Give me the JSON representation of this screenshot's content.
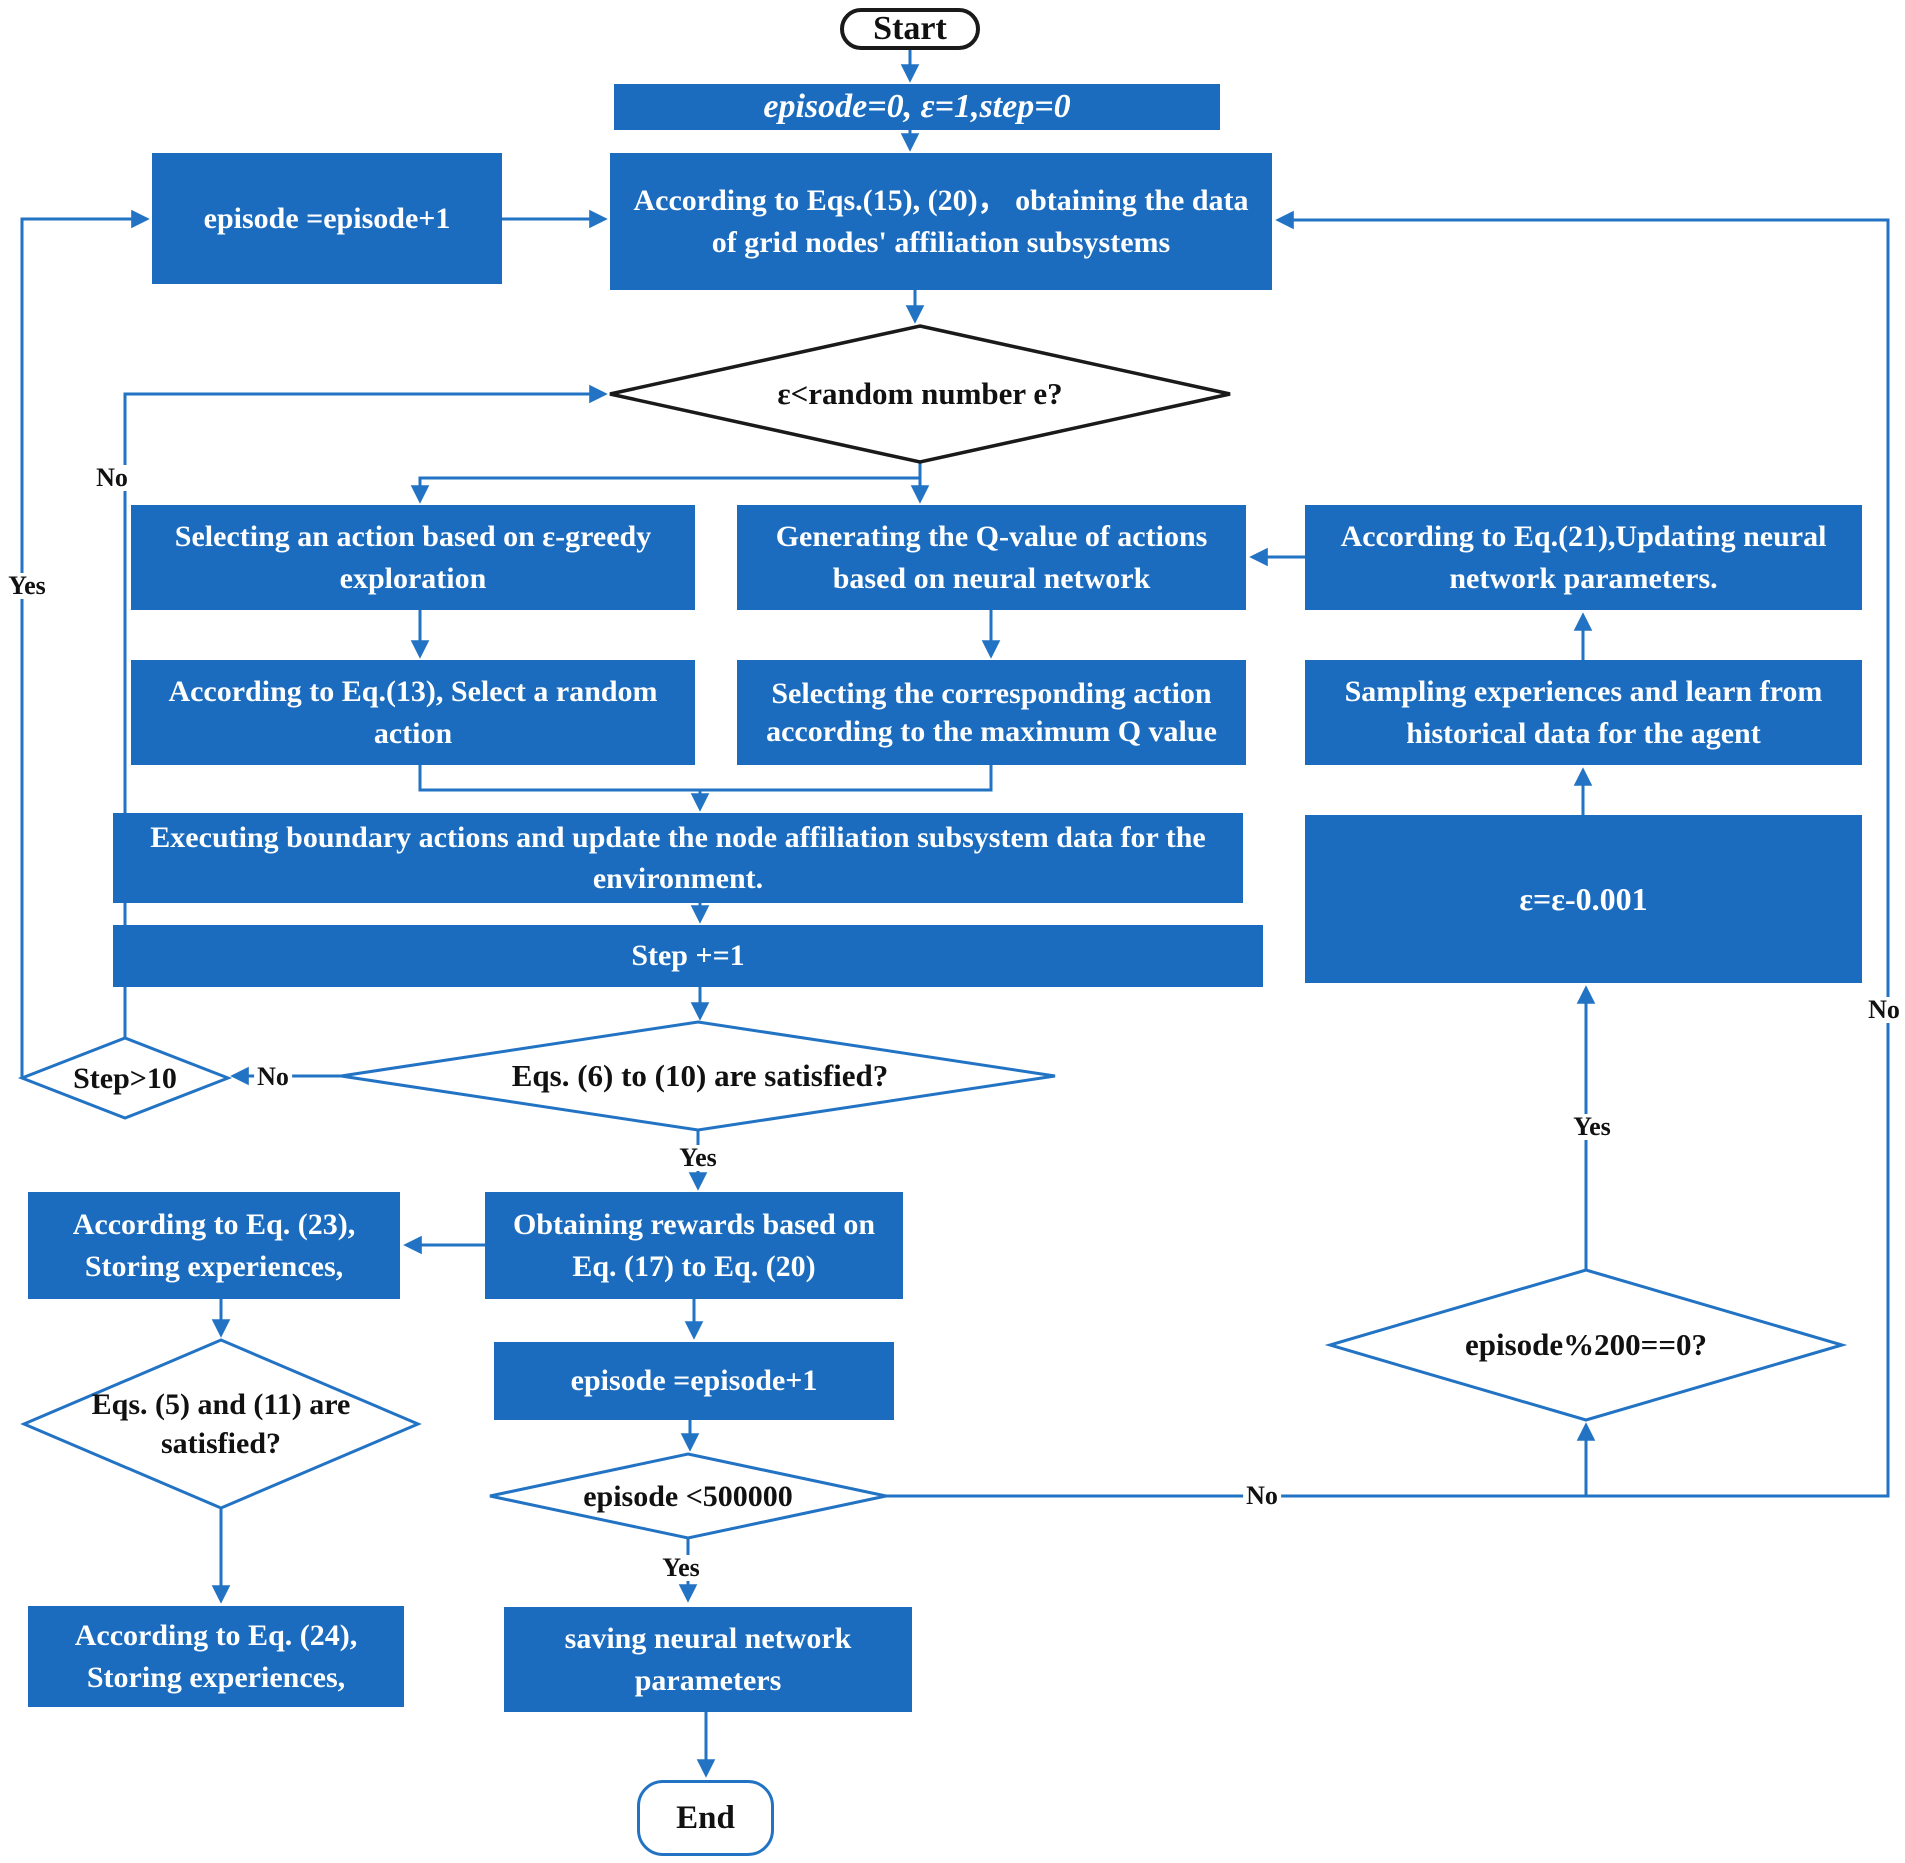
{
  "colors": {
    "box_fill": "#1b6cbe",
    "connector_blue": "#2273c4",
    "decision_black_border": "#1a1a1a",
    "text_on_box": "#ffffff",
    "text_on_white": "#111111"
  },
  "nodes": {
    "start": {
      "label": "Start"
    },
    "init": {
      "label": "episode=0, ε=1,step=0"
    },
    "episode_inc_top": {
      "label": "episode =episode+1"
    },
    "get_data": {
      "label": "According to Eqs.(15), (20)， obtaining the data of grid nodes' affiliation subsystems"
    },
    "d_epsilon_random": {
      "label": "ε<random number e?"
    },
    "select_greedy": {
      "label": "Selecting an action based on ε-greedy exploration"
    },
    "select_random": {
      "label": "According to Eq.(13), Select a random action"
    },
    "gen_q": {
      "label": "Generating the Q-value of actions based on neural network"
    },
    "select_maxq": {
      "label": "Selecting the corresponding action according to the maximum Q value"
    },
    "update_nn": {
      "label": "According to Eq.(21),Updating neural network parameters."
    },
    "sample_exp": {
      "label": "Sampling experiences and learn from historical data for the agent"
    },
    "execute": {
      "label": "Executing boundary actions and update the node affiliation subsystem data for the environment."
    },
    "step_inc": {
      "label": "Step +=1"
    },
    "epsilon_decay": {
      "label": "ε=ε-0.001"
    },
    "d_eqs6_10": {
      "label": "Eqs. (6) to (10) are satisfied?"
    },
    "d_step10": {
      "label": "Step>10"
    },
    "obtain_rewards": {
      "label": "Obtaining rewards based on Eq. (17) to Eq. (20)"
    },
    "store_exp23": {
      "label": "According to Eq. (23), Storing experiences,"
    },
    "d_eqs5_11": {
      "label": "Eqs. (5) and (11) are satisfied?"
    },
    "episode_inc_bottom": {
      "label": "episode =episode+1"
    },
    "d_episode_lt": {
      "label": "episode <500000"
    },
    "d_episode_mod": {
      "label": "episode%200==0?"
    },
    "store_exp24": {
      "label": "According to Eq. (24), Storing experiences,"
    },
    "save_nn": {
      "label": "saving neural network parameters"
    },
    "end": {
      "label": "End"
    }
  },
  "edge_labels": {
    "eqs6_no": "No",
    "step10_no": "No",
    "step10_yes": "Yes",
    "eqs6_yes": "Yes",
    "lt_yes": "Yes",
    "lt_no": "No",
    "mod_yes": "Yes",
    "mod_no": "No"
  }
}
